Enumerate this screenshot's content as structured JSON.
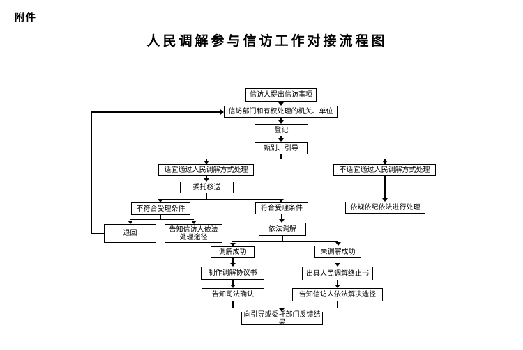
{
  "page": {
    "attachment_label": "附件",
    "title": "人民调解参与信访工作对接流程图"
  },
  "flowchart": {
    "nodes": {
      "n1": {
        "label": "信访人提出信访事项"
      },
      "n2": {
        "label": "信访部门和有权处理的机关、单位"
      },
      "n3": {
        "label": "登记"
      },
      "n4": {
        "label": "甄别、引导"
      },
      "n5": {
        "label": "适宜通过人民调解方式处理"
      },
      "n6": {
        "label": "委托移送"
      },
      "n7": {
        "label": "不符合受理条件"
      },
      "n8": {
        "label": "符合受理条件"
      },
      "n9": {
        "label": "不适宜通过人民调解方式处理"
      },
      "n10": {
        "label": "依规依纪依法进行处理"
      },
      "n11": {
        "label": "退回"
      },
      "n12": {
        "label": "告知信访人依法\n处理途径"
      },
      "n13": {
        "label": "依法调解"
      },
      "n14": {
        "label": "调解成功"
      },
      "n15": {
        "label": "未调解成功"
      },
      "n16": {
        "label": "制作调解协议书"
      },
      "n17": {
        "label": "出具人民调解终止书"
      },
      "n18": {
        "label": "告知司法确认"
      },
      "n19": {
        "label": "告知信访人依法解决途径"
      },
      "n20": {
        "label": "向引导或委托部门反馈结果"
      }
    },
    "edges": [
      {
        "from": "n1",
        "to": "n2"
      },
      {
        "from": "n2",
        "to": "n3"
      },
      {
        "from": "n3",
        "to": "n4"
      },
      {
        "from": "n4",
        "to": "n5"
      },
      {
        "from": "n4",
        "to": "n9"
      },
      {
        "from": "n5",
        "to": "n6"
      },
      {
        "from": "n6",
        "to": "n7"
      },
      {
        "from": "n6",
        "to": "n8"
      },
      {
        "from": "n9",
        "to": "n10"
      },
      {
        "from": "n7",
        "to": "n11"
      },
      {
        "from": "n7",
        "to": "n12"
      },
      {
        "from": "n8",
        "to": "n13"
      },
      {
        "from": "n11",
        "to": "n2"
      },
      {
        "from": "n13",
        "to": "n14"
      },
      {
        "from": "n13",
        "to": "n15"
      },
      {
        "from": "n14",
        "to": "n16"
      },
      {
        "from": "n15",
        "to": "n17"
      },
      {
        "from": "n16",
        "to": "n18"
      },
      {
        "from": "n17",
        "to": "n19"
      },
      {
        "from": "n18",
        "to": "n20"
      },
      {
        "from": "n19",
        "to": "n20"
      }
    ],
    "colors": {
      "background": "#ffffff",
      "box_border": "#000000",
      "line": "#000000",
      "text": "#000000"
    }
  }
}
